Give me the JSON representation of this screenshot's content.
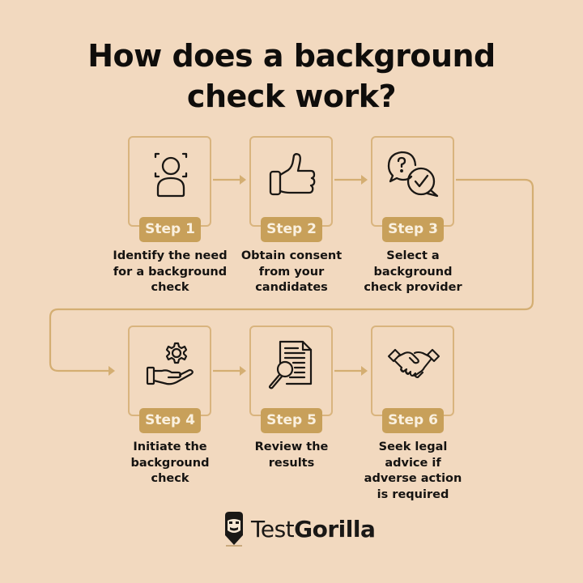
{
  "title": {
    "line1": "How does a background",
    "line2": "check work?"
  },
  "colors": {
    "background": "#F2D9BF",
    "badge": "#C8A05A",
    "badge_text": "#FAF0DF",
    "box_border": "#D9B47E",
    "connector": "#D4AE72",
    "text": "#151311"
  },
  "steps": [
    {
      "badge": "Step 1",
      "icon": "person-scan-icon",
      "lines": [
        "Identify the need",
        "for a background",
        "check"
      ]
    },
    {
      "badge": "Step 2",
      "icon": "thumbs-up-icon",
      "lines": [
        "Obtain consent",
        "from your",
        "candidates"
      ]
    },
    {
      "badge": "Step 3",
      "icon": "chat-question-check-icon",
      "lines": [
        "Select a",
        "background",
        "check provider"
      ]
    },
    {
      "badge": "Step 4",
      "icon": "hand-gear-icon",
      "lines": [
        "Initiate the",
        "background",
        "check"
      ]
    },
    {
      "badge": "Step 5",
      "icon": "document-magnifier-icon",
      "lines": [
        "Review the",
        "results"
      ]
    },
    {
      "badge": "Step 6",
      "icon": "handshake-icon",
      "lines": [
        "Seek legal",
        "advice if",
        "adverse action",
        "is required"
      ]
    }
  ],
  "logo": {
    "part1": "Test",
    "part2": "Gorilla"
  }
}
